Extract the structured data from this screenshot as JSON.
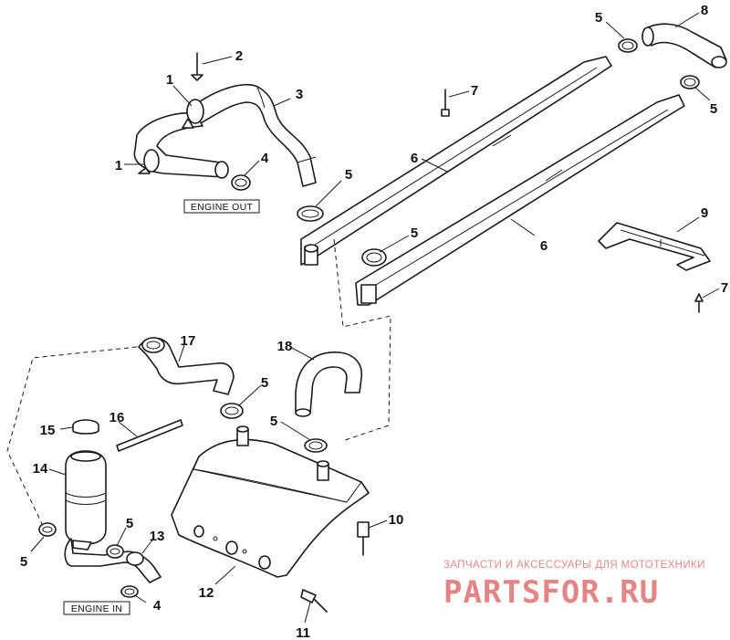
{
  "diagram": {
    "callouts": [
      {
        "id": "c1a",
        "text": "1"
      },
      {
        "id": "c1b",
        "text": "1"
      },
      {
        "id": "c2",
        "text": "2"
      },
      {
        "id": "c3",
        "text": "3"
      },
      {
        "id": "c4a",
        "text": "4"
      },
      {
        "id": "c4b",
        "text": "4"
      },
      {
        "id": "c5a",
        "text": "5"
      },
      {
        "id": "c5b",
        "text": "5"
      },
      {
        "id": "c5c",
        "text": "5"
      },
      {
        "id": "c5d",
        "text": "5"
      },
      {
        "id": "c5e",
        "text": "5"
      },
      {
        "id": "c5f",
        "text": "5"
      },
      {
        "id": "c5g",
        "text": "5"
      },
      {
        "id": "c5h",
        "text": "5"
      },
      {
        "id": "c6a",
        "text": "6"
      },
      {
        "id": "c6b",
        "text": "6"
      },
      {
        "id": "c7a",
        "text": "7"
      },
      {
        "id": "c7b",
        "text": "7"
      },
      {
        "id": "c8",
        "text": "8"
      },
      {
        "id": "c9",
        "text": "9"
      },
      {
        "id": "c10",
        "text": "10"
      },
      {
        "id": "c11",
        "text": "11"
      },
      {
        "id": "c12",
        "text": "12"
      },
      {
        "id": "c13",
        "text": "13"
      },
      {
        "id": "c14",
        "text": "14"
      },
      {
        "id": "c15",
        "text": "15"
      },
      {
        "id": "c16",
        "text": "16"
      },
      {
        "id": "c17",
        "text": "17"
      },
      {
        "id": "c18",
        "text": "18"
      }
    ],
    "labels": {
      "engine_out": "ENGINE OUT",
      "engine_in": "ENGINE IN"
    }
  },
  "watermark": {
    "tagline": "ЗАПЧАСТИ И АКСЕССУАРЫ ДЛЯ МОТОТЕХНИКИ",
    "brand": "PARTSFOR.RU"
  }
}
